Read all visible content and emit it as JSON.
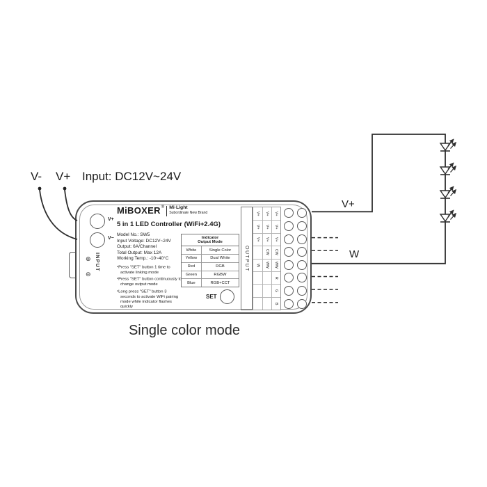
{
  "colors": {
    "wire": "#2e2e2e",
    "device_outline": "#4a4a4a",
    "inner_outline": "#9a9a9a",
    "table_border": "#777777",
    "text": "#1b1b1b"
  },
  "top_labels": {
    "v_minus": "V-",
    "v_plus": "V+",
    "input_voltage": "Input: DC12V~24V"
  },
  "wiring": {
    "v_plus_wire_label": "V+",
    "w_wire_label": "W",
    "led_count": 4
  },
  "caption": "Single color mode",
  "device": {
    "brand": "MiBOXER",
    "brand_reg": "®",
    "subbrand_line1": "Mi·Light",
    "subbrand_line2": "Subordinate New Brand",
    "title": "5 in 1 LED Controller (WiFi+2.4G)",
    "input": {
      "section_label": "INPUT",
      "terminals": [
        "V+",
        "V−"
      ],
      "polarity_positive": "⊕",
      "polarity_negative": "⊖"
    },
    "specs": [
      "Model No.: SW5",
      "Input Voltage: DC12V~24V",
      "Output: 6A/Channel",
      "Total Output: Max 12A",
      "Working Temp.: -10~40°C"
    ],
    "instructions": [
      "Press \"SET\" button 1 time to activate linking mode",
      "Press \"SET\" button continuously to change output mode",
      "Long press \"SET\" button 3 seconds to activate WiFi pairing mode while indicator flashes quickly"
    ],
    "set_button_label": "SET",
    "indicator_table": {
      "header": [
        "Indicator",
        "Output Mode"
      ],
      "rows": [
        [
          "White",
          "Single Color"
        ],
        [
          "Yellow",
          "Dual White"
        ],
        [
          "Red",
          "RGB"
        ],
        [
          "Green",
          "RGBW"
        ],
        [
          "Blue",
          "RGB+CCT"
        ]
      ]
    },
    "output": {
      "section_label": "OUTPUT",
      "terminal_rows": [
        {
          "labels": [
            "V+",
            "V+",
            "V+"
          ],
          "wire": "solid"
        },
        {
          "labels": [
            "V+",
            "V+",
            "V+"
          ],
          "wire": "none"
        },
        {
          "labels": [
            "V+",
            "V+",
            "V+"
          ],
          "wire": "dashed"
        },
        {
          "labels": [
            "",
            "CW",
            "CW"
          ],
          "wire": "dashed"
        },
        {
          "labels": [
            "W",
            "WW",
            "WW"
          ],
          "wire": "solid"
        },
        {
          "labels": [
            "",
            "",
            "R"
          ],
          "wire": "dashed"
        },
        {
          "labels": [
            "",
            "",
            "G"
          ],
          "wire": "dashed"
        },
        {
          "labels": [
            "",
            "",
            "B"
          ],
          "wire": "dashed"
        }
      ]
    }
  }
}
